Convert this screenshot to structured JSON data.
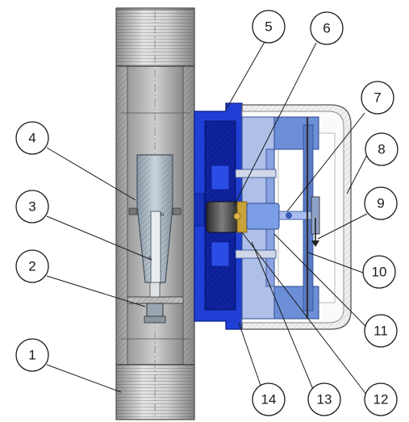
{
  "callouts": [
    "1",
    "2",
    "3",
    "4",
    "5",
    "6",
    "7",
    "8",
    "9",
    "10",
    "11",
    "12",
    "13",
    "14"
  ],
  "colors": {
    "steel_light": "#e6e6e6",
    "steel_mid": "#a9a9a9",
    "steel_dark": "#6f6f6f",
    "cover_blue": "#1f3fd6",
    "cover_blue_dark": "#0b1f8c",
    "mechanism_blue": "#6c8fd8",
    "mechanism_blue_light": "#aebfe8",
    "housing_grey": "#d9d9d9",
    "magnet_gold": "#c8a23a",
    "label_stroke": "#1a1a1a"
  }
}
